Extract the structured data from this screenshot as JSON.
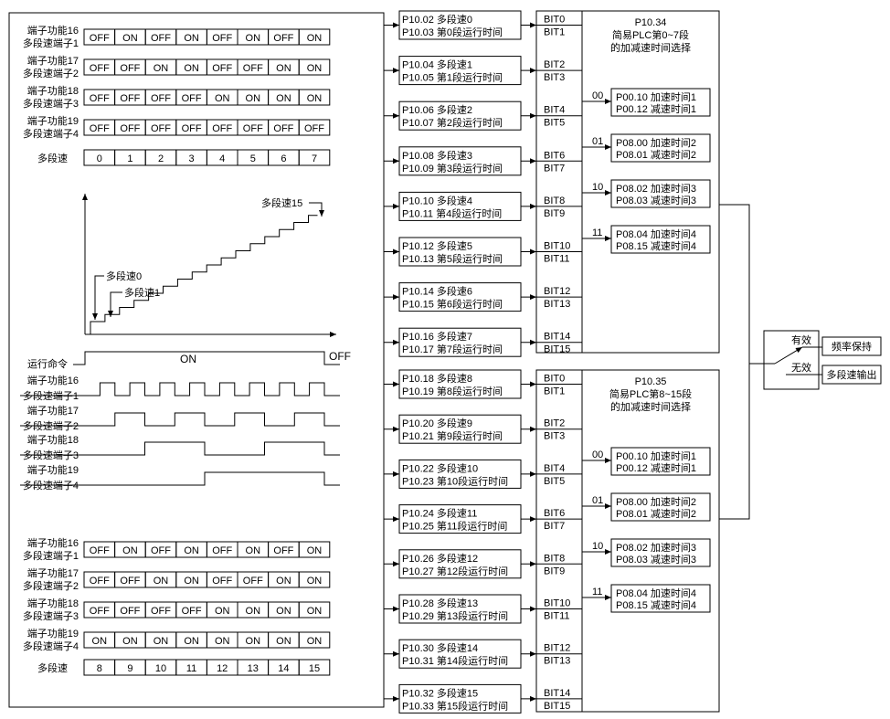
{
  "left_panel": {
    "top_table": {
      "rows": [
        {
          "label1": "端子功能16",
          "label2": "多段速端子1",
          "states": [
            "OFF",
            "ON",
            "OFF",
            "ON",
            "OFF",
            "ON",
            "OFF",
            "ON"
          ]
        },
        {
          "label1": "端子功能17",
          "label2": "多段速端子2",
          "states": [
            "OFF",
            "OFF",
            "ON",
            "ON",
            "OFF",
            "OFF",
            "ON",
            "ON"
          ]
        },
        {
          "label1": "端子功能18",
          "label2": "多段速端子3",
          "states": [
            "OFF",
            "OFF",
            "OFF",
            "OFF",
            "ON",
            "ON",
            "ON",
            "ON"
          ]
        },
        {
          "label1": "端子功能19",
          "label2": "多段速端子4",
          "states": [
            "OFF",
            "OFF",
            "OFF",
            "OFF",
            "OFF",
            "OFF",
            "OFF",
            "OFF"
          ]
        }
      ],
      "speed_label": "多段速",
      "speeds": [
        "0",
        "1",
        "2",
        "3",
        "4",
        "5",
        "6",
        "7"
      ]
    },
    "staircase": {
      "label_top": "多段速15",
      "label_0": "多段速0",
      "label_1": "多段速1",
      "steps": 16
    },
    "timing": {
      "run_label": "运行命令",
      "on_text": "ON",
      "off_text": "OFF",
      "rows": [
        {
          "label1": "端子功能16",
          "label2": "多段速端子1",
          "bit": 0
        },
        {
          "label1": "端子功能17",
          "label2": "多段速端子2",
          "bit": 1
        },
        {
          "label1": "端子功能18",
          "label2": "多段速端子3",
          "bit": 2
        },
        {
          "label1": "端子功能19",
          "label2": "多段速端子4",
          "bit": 3
        }
      ]
    },
    "bottom_table": {
      "rows": [
        {
          "label1": "端子功能16",
          "label2": "多段速端子1",
          "states": [
            "OFF",
            "ON",
            "OFF",
            "ON",
            "OFF",
            "ON",
            "OFF",
            "ON"
          ]
        },
        {
          "label1": "端子功能17",
          "label2": "多段速端子2",
          "states": [
            "OFF",
            "OFF",
            "ON",
            "ON",
            "OFF",
            "OFF",
            "ON",
            "ON"
          ]
        },
        {
          "label1": "端子功能18",
          "label2": "多段速端子3",
          "states": [
            "OFF",
            "OFF",
            "OFF",
            "OFF",
            "ON",
            "ON",
            "ON",
            "ON"
          ]
        },
        {
          "label1": "端子功能19",
          "label2": "多段速端子4",
          "states": [
            "ON",
            "ON",
            "ON",
            "ON",
            "ON",
            "ON",
            "ON",
            "ON"
          ]
        }
      ],
      "speed_label": "多段速",
      "speeds": [
        "8",
        "9",
        "10",
        "11",
        "12",
        "13",
        "14",
        "15"
      ]
    }
  },
  "param_boxes": [
    {
      "l1": "P10.02 多段速0",
      "l2": "P10.03 第0段运行时间"
    },
    {
      "l1": "P10.04 多段速1",
      "l2": "P10.05 第1段运行时间"
    },
    {
      "l1": "P10.06 多段速2",
      "l2": "P10.07 第2段运行时间"
    },
    {
      "l1": "P10.08 多段速3",
      "l2": "P10.09 第3段运行时间"
    },
    {
      "l1": "P10.10 多段速4",
      "l2": "P10.11 第4段运行时间"
    },
    {
      "l1": "P10.12 多段速5",
      "l2": "P10.13 第5段运行时间"
    },
    {
      "l1": "P10.14 多段速6",
      "l2": "P10.15 第6段运行时间"
    },
    {
      "l1": "P10.16 多段速7",
      "l2": "P10.17 第7段运行时间"
    },
    {
      "l1": "P10.18 多段速8",
      "l2": "P10.19 第8段运行时间"
    },
    {
      "l1": "P10.20 多段速9",
      "l2": "P10.21 第9段运行时间"
    },
    {
      "l1": "P10.22 多段速10",
      "l2": "P10.23 第10段运行时间"
    },
    {
      "l1": "P10.24 多段速11",
      "l2": "P10.25 第11段运行时间"
    },
    {
      "l1": "P10.26 多段速12",
      "l2": "P10.27 第12段运行时间"
    },
    {
      "l1": "P10.28 多段速13",
      "l2": "P10.29 第13段运行时间"
    },
    {
      "l1": "P10.30 多段速14",
      "l2": "P10.31 第14段运行时间"
    },
    {
      "l1": "P10.32 多段速15",
      "l2": "P10.33 第15段运行时间"
    }
  ],
  "bit_labels": [
    "BIT0",
    "BIT1",
    "BIT2",
    "BIT3",
    "BIT4",
    "BIT5",
    "BIT6",
    "BIT7",
    "BIT8",
    "BIT9",
    "BIT10",
    "BIT11",
    "BIT12",
    "BIT13",
    "BIT14",
    "BIT15"
  ],
  "groups": [
    {
      "title1": "P10.34",
      "title2": "简易PLC第0~7段",
      "title3": "的加减速时间选择"
    },
    {
      "title1": "P10.35",
      "title2": "简易PLC第8~15段",
      "title3": "的加减速时间选择"
    }
  ],
  "accel": [
    {
      "code": "00",
      "l1": "P00.10 加速时间1",
      "l2": "P00.12 减速时间1"
    },
    {
      "code": "01",
      "l1": "P08.00 加速时间2",
      "l2": "P08.01 减速时间2"
    },
    {
      "code": "10",
      "l1": "P08.02 加速时间3",
      "l2": "P08.03 减速时间3"
    },
    {
      "code": "11",
      "l1": "P08.04 加速时间4",
      "l2": "P08.15 减速时间4"
    }
  ],
  "switch": {
    "valid_label": "有效",
    "invalid_label": "无效",
    "out1": "频率保持",
    "out2": "多段速输出"
  }
}
